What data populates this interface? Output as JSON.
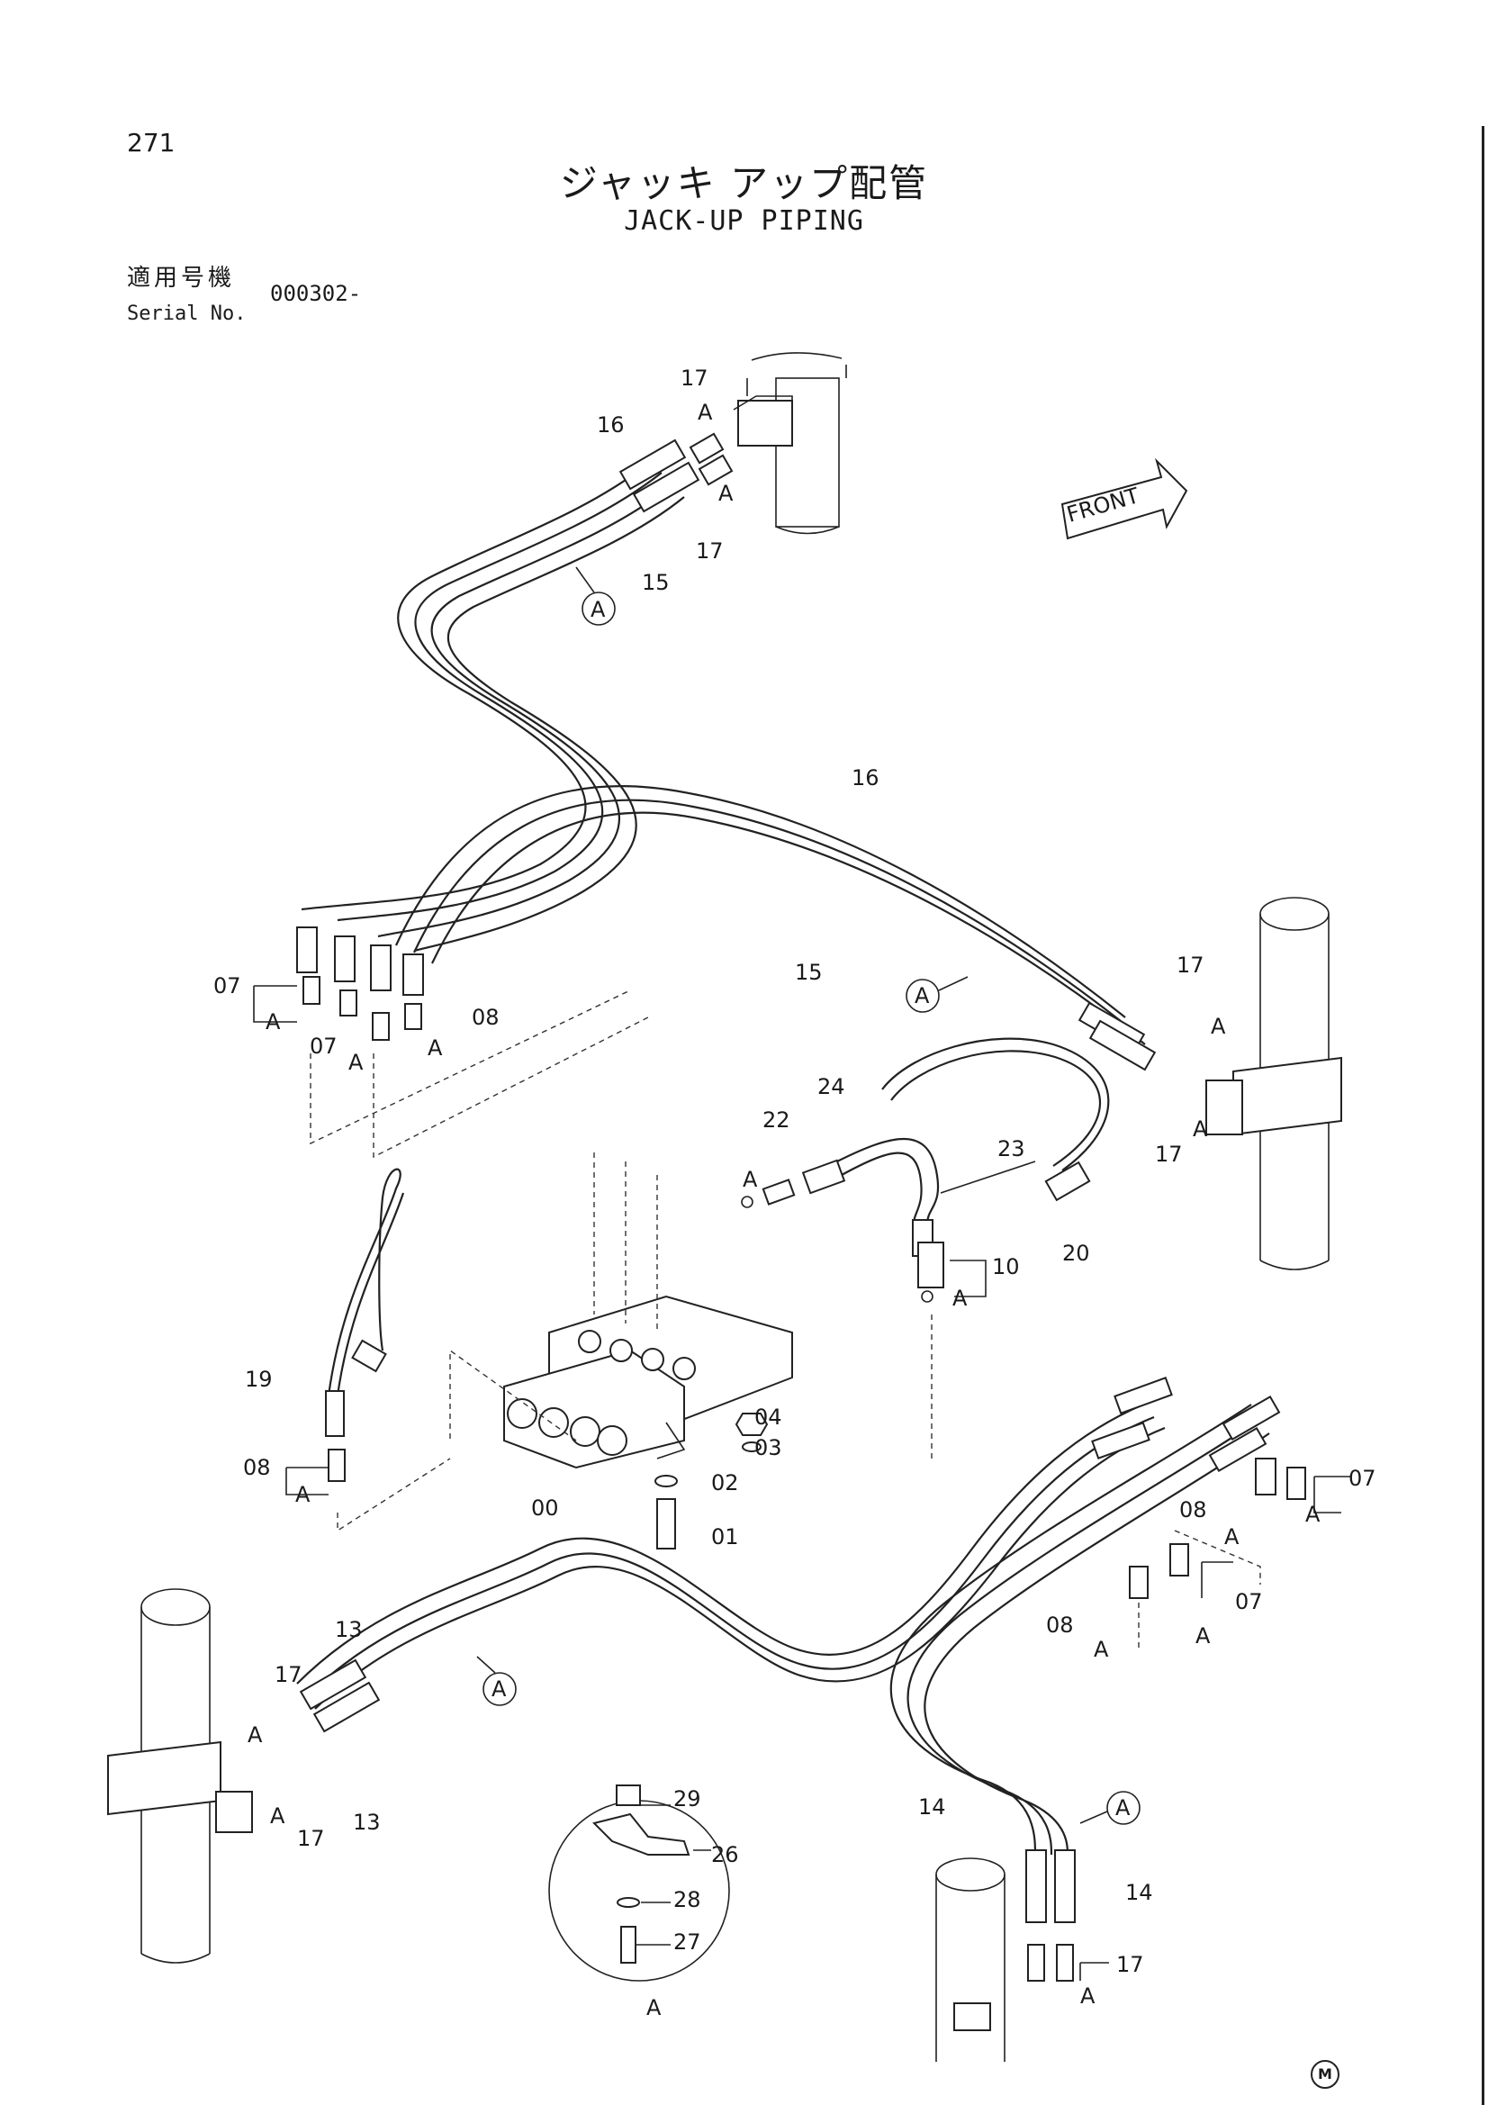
{
  "page_number": "271",
  "title_jp": "ジャッキ アップ配管",
  "title_en": "JACK-UP PIPING",
  "serial": {
    "label_jp": "適用号機",
    "label_en": "Serial No.",
    "value": "000302-"
  },
  "front_label": "FRONT",
  "copyright_mark": "M",
  "part_labels": {
    "p00": "00",
    "p01": "01",
    "p02": "02",
    "p03": "03",
    "p04": "04",
    "p07": "07",
    "p08": "08",
    "p10": "10",
    "p13": "13",
    "p14": "14",
    "p15": "15",
    "p16": "16",
    "p17": "17",
    "p19": "19",
    "p20": "20",
    "p22": "22",
    "p23": "23",
    "p24": "24",
    "p26": "26",
    "p27": "27",
    "p28": "28",
    "p29": "29"
  },
  "callout_letter": "A"
}
